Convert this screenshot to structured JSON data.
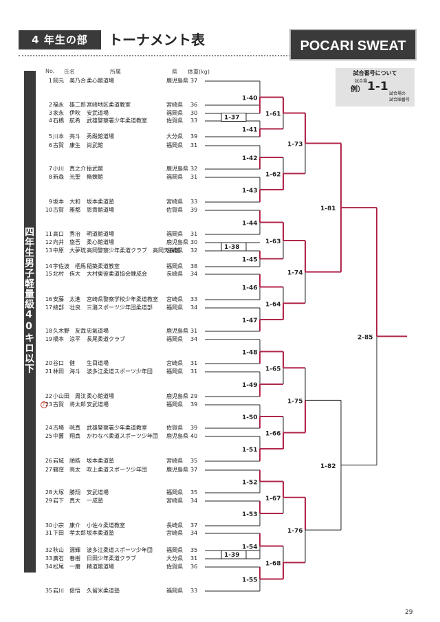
{
  "header": {
    "badge": "4 年生の部",
    "title": "トーナメント表",
    "logo": "POCARI SWEAT"
  },
  "sidebar_title": "四年生男子軽量級40キロ以下",
  "columns": {
    "no": "No.",
    "name": "氏名",
    "club": "所属",
    "pref": "県",
    "weight": "体重(kg)"
  },
  "entrants": [
    {
      "no": "1",
      "name": "岡元　美乃合",
      "club": "柔心館道場",
      "pref": "鹿児島県",
      "weight": "37"
    },
    {
      "no": "2",
      "name": "福永　雄二郎",
      "club": "宮崎地区柔道教室",
      "pref": "宮崎県",
      "weight": "36"
    },
    {
      "no": "3",
      "name": "家永　伊吹",
      "club": "安武道場",
      "pref": "福岡県",
      "weight": "30"
    },
    {
      "no": "4",
      "name": "石橋　航希",
      "club": "武雄警察署少年柔道教室",
      "pref": "佐賀県",
      "weight": "33"
    },
    {
      "no": "5",
      "name": "川本　亮斗",
      "club": "秀殿館道場",
      "pref": "大分県",
      "weight": "39"
    },
    {
      "no": "6",
      "name": "古賀　康生",
      "club": "尚武館",
      "pref": "福岡県",
      "weight": "31"
    },
    {
      "no": "7",
      "name": "小川　真之介",
      "club": "振武館",
      "pref": "鹿児島県",
      "weight": "32"
    },
    {
      "no": "8",
      "name": "新森　光聖",
      "club": "脩錬館",
      "pref": "福岡県",
      "weight": "31"
    },
    {
      "no": "9",
      "name": "坂本　大和",
      "club": "坂本柔道塾",
      "pref": "宮崎県",
      "weight": "33"
    },
    {
      "no": "10",
      "name": "古賀　雅都",
      "club": "恩貴館道場",
      "pref": "佐賀県",
      "weight": "39"
    },
    {
      "no": "11",
      "name": "高口　秀治",
      "club": "明道館道場",
      "pref": "福岡県",
      "weight": "31"
    },
    {
      "no": "12",
      "name": "向井　悠吾",
      "club": "柔心館道場",
      "pref": "鹿児島県",
      "weight": "30"
    },
    {
      "no": "13",
      "name": "中原　大夢琉",
      "club": "高岡警察少年柔道クラブ　高岡天桜館",
      "pref": "宮崎県",
      "weight": "32"
    },
    {
      "no": "14",
      "name": "宇佐波　栖馬",
      "club": "稲築柔道教室",
      "pref": "福岡県",
      "weight": "38"
    },
    {
      "no": "15",
      "name": "北村　侑大",
      "club": "大村東彼柔道協会錬成会",
      "pref": "長崎県",
      "weight": "34"
    },
    {
      "no": "16",
      "name": "安藤　太進",
      "club": "宮崎県警察学校少年柔道教室",
      "pref": "宮崎県",
      "weight": "33"
    },
    {
      "no": "17",
      "name": "綾部　壮良",
      "club": "三潴スポーツ少年団柔道部",
      "pref": "福岡県",
      "weight": "34"
    },
    {
      "no": "18",
      "name": "久木野　友哉",
      "club": "忠氣道場",
      "pref": "鹿児島県",
      "weight": "31"
    },
    {
      "no": "19",
      "name": "橋本　涼平",
      "club": "長尾柔道クラブ",
      "pref": "福岡県",
      "weight": "34"
    },
    {
      "no": "20",
      "name": "谷口　健",
      "club": "生目道場",
      "pref": "宮崎県",
      "weight": "31"
    },
    {
      "no": "21",
      "name": "林田　海斗",
      "club": "波多江柔道スポーツ少年団",
      "pref": "福岡県",
      "weight": "31"
    },
    {
      "no": "22",
      "name": "小山田　周汰",
      "club": "柔心館道場",
      "pref": "鹿児島県",
      "weight": "29"
    },
    {
      "no": "23",
      "name": "古賀　将太郎",
      "club": "安武道場",
      "pref": "福岡県",
      "weight": "39"
    },
    {
      "no": "24",
      "name": "古場　晄真",
      "club": "武雄警察署少年柔道教室",
      "pref": "佐賀県",
      "weight": "39"
    },
    {
      "no": "25",
      "name": "中薗　翔真",
      "club": "かわなべ柔道スポーツ少年団",
      "pref": "鹿児島県",
      "weight": "40"
    },
    {
      "no": "26",
      "name": "岩城　順皓",
      "club": "坂本柔道塾",
      "pref": "宮崎県",
      "weight": "35"
    },
    {
      "no": "27",
      "name": "鶴窪　亮太",
      "club": "吹上柔道スポーツ少年団",
      "pref": "鹿児島県",
      "weight": "37"
    },
    {
      "no": "28",
      "name": "大塚　勝翔",
      "club": "安武道場",
      "pref": "福岡県",
      "weight": "35"
    },
    {
      "no": "29",
      "name": "岩下　真大",
      "club": "一成塾",
      "pref": "宮崎県",
      "weight": "34"
    },
    {
      "no": "30",
      "name": "小宗　康介",
      "club": "小佐々柔道教室",
      "pref": "長崎県",
      "weight": "37"
    },
    {
      "no": "31",
      "name": "下田　孝太郎",
      "club": "坂本柔道塾",
      "pref": "宮崎県",
      "weight": "34"
    },
    {
      "no": "32",
      "name": "秋山　源輝",
      "club": "波多江柔道スポーツ少年団",
      "pref": "福岡県",
      "weight": "35"
    },
    {
      "no": "33",
      "name": "廣石　春樹",
      "club": "日田少年柔道クラブ",
      "pref": "大分県",
      "weight": "31"
    },
    {
      "no": "34",
      "name": "松尾　一磨",
      "club": "精道館道場",
      "pref": "佐賀県",
      "weight": "36"
    },
    {
      "no": "35",
      "name": "岩川　俊悟",
      "club": "久留米柔道塾",
      "pref": "福岡県",
      "weight": "33"
    }
  ],
  "match_labels": {
    "m1_37": "1-37",
    "m1_38": "1-38",
    "m1_39": "1-39",
    "m1_40": "1-40",
    "m1_41": "1-41",
    "m1_42": "1-42",
    "m1_43": "1-43",
    "m1_44": "1-44",
    "m1_45": "1-45",
    "m1_46": "1-46",
    "m1_47": "1-47",
    "m1_48": "1-48",
    "m1_49": "1-49",
    "m1_50": "1-50",
    "m1_51": "1-51",
    "m1_52": "1-52",
    "m1_53": "1-53",
    "m1_54": "1-54",
    "m1_55": "1-55",
    "m1_61": "1-61",
    "m1_62": "1-62",
    "m1_63": "1-63",
    "m1_64": "1-64",
    "m1_65": "1-65",
    "m1_66": "1-66",
    "m1_67": "1-67",
    "m1_68": "1-68",
    "m1_73": "1-73",
    "m1_74": "1-74",
    "m1_75": "1-75",
    "m1_76": "1-76",
    "m1_81": "1-81",
    "m1_82": "1-82",
    "m2_85": "2-85"
  },
  "note": {
    "title": "試合番号について",
    "left": "試合場",
    "example": "例）",
    "big": "1-1",
    "right1": "試合場の",
    "right2": "試合順番号"
  },
  "marker": "ア",
  "page_number": "29",
  "colors": {
    "winner_line": "#b0264a",
    "line": "#222222",
    "dark": "#3a3a3a"
  }
}
